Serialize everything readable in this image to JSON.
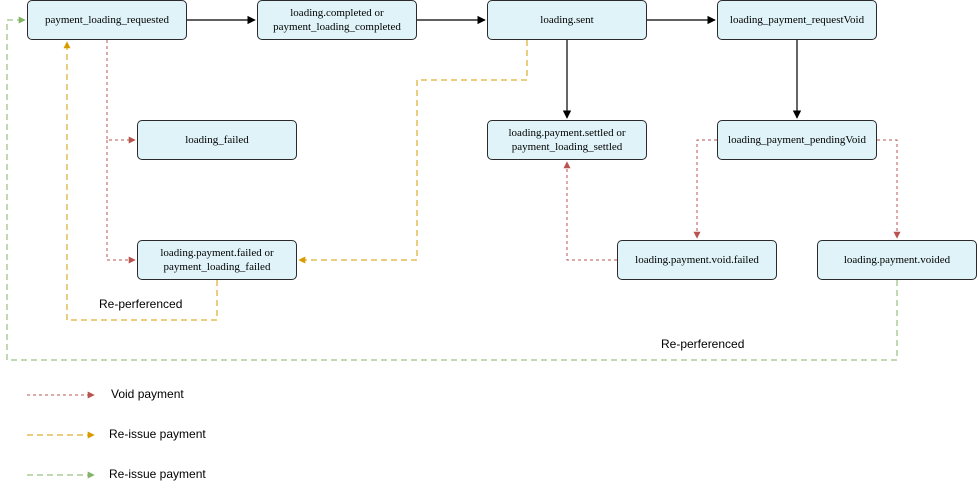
{
  "nodes": {
    "payment_loading_requested": "payment_loading_requested",
    "loading_completed": [
      "loading.completed or",
      "payment_loading_completed"
    ],
    "loading_sent": "loading.sent",
    "loading_payment_requestVoid": "loading_payment_requestVoid",
    "loading_failed": "loading_failed",
    "loading_payment_settled": [
      "loading.payment.settled or",
      "payment_loading_settled"
    ],
    "loading_payment_pendingVoid": "loading_payment_pendingVoid",
    "loading_payment_failed": [
      "loading.payment.failed or",
      "payment_loading_failed"
    ],
    "loading_payment_void_failed": "loading.payment.void.failed",
    "loading_payment_voided": "loading.payment.voided"
  },
  "edge_labels": {
    "reperferenced_left": "Re-perferenced",
    "reperferenced_bottom": "Re-perferenced"
  },
  "legend": [
    {
      "label": "Void payment",
      "color": "#b85450"
    },
    {
      "label": "Re-issue payment",
      "color": "#d79b00"
    },
    {
      "label": "Re-issue payment",
      "color": "#82b366"
    }
  ],
  "colors": {
    "solid": "#000000",
    "void": "#b85450",
    "reissue_orange": "#d79b00",
    "reissue_green": "#82b366",
    "node_fill": "#dff3f8"
  }
}
